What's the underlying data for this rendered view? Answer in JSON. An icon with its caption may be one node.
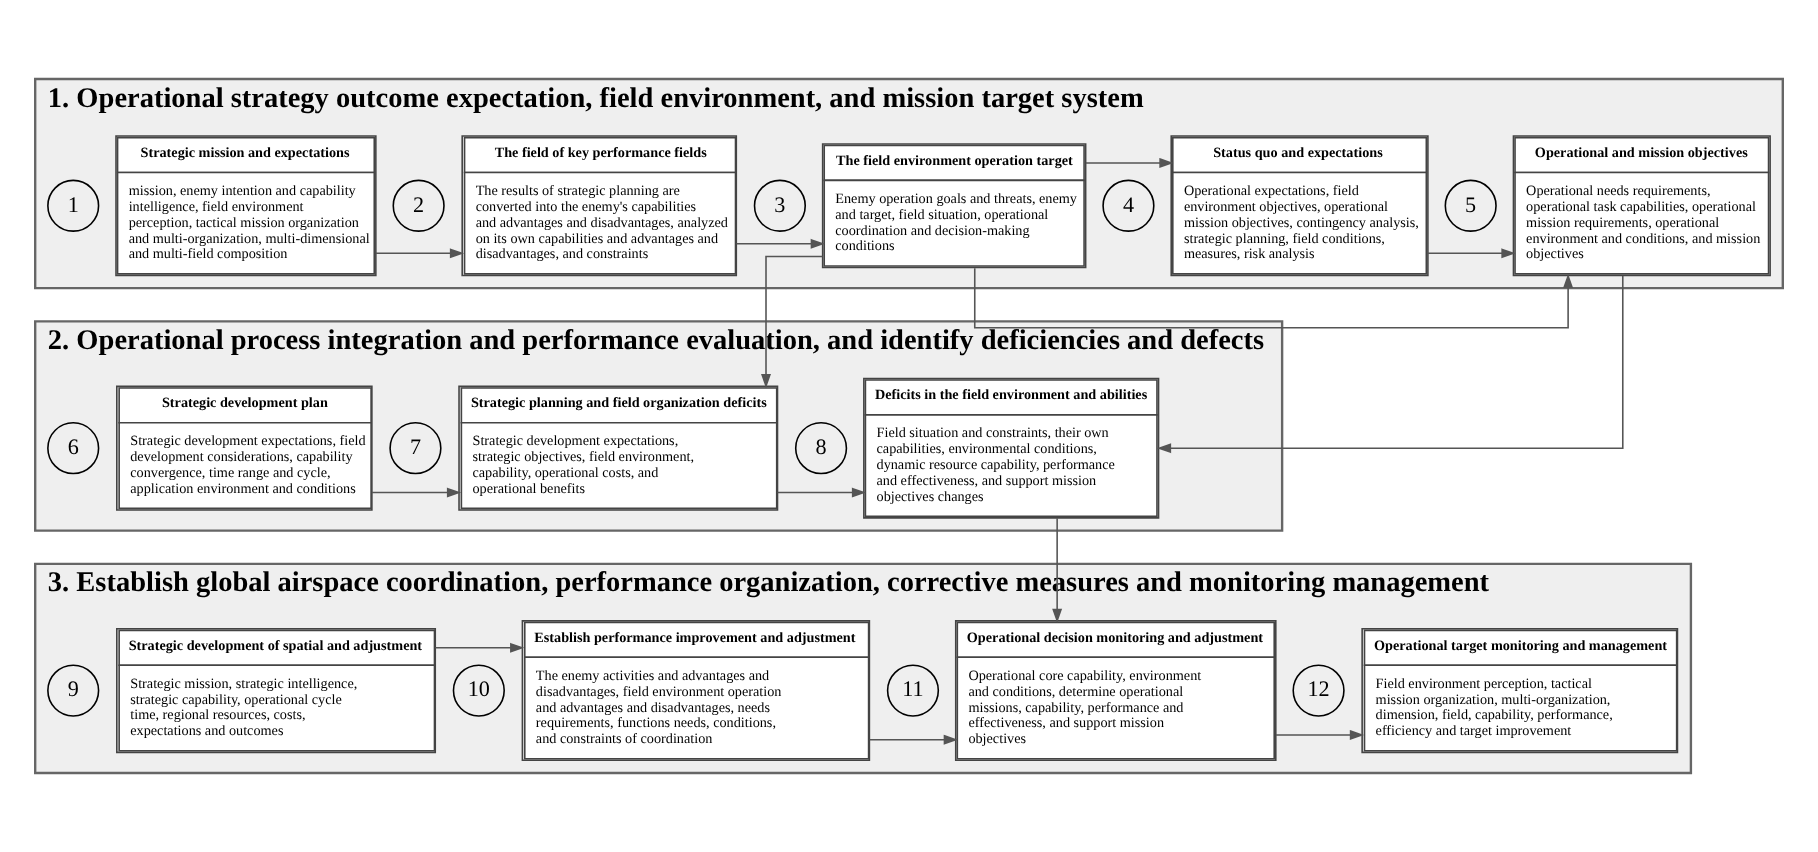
{
  "diagram": {
    "nodes": [
      {
        "text": [
          "1. Operational strategy outcome expectation, field environment, and mission target system"
        ]
      },
      {
        "text": [
          "1"
        ],
        "in": 0
      },
      {
        "text": [
          "Strategic mission and expectations",
          "mission, enemy intention and capability intelligence, field environment perception, tactical mission organization and multi-organization, multi-dimensional and multi-field composition"
        ],
        "in": 0
      },
      {
        "text": [
          "2"
        ],
        "in": 0
      },
      {
        "text": [
          "The field of key performance fields",
          "The results of strategic planning are converted into the enemy's capabilities and advantages and disadvantages, analyzed on its own capabilities and advantages and disadvantages, and constraints"
        ],
        "in": 0
      },
      {
        "text": [
          "3"
        ],
        "in": 0
      },
      {
        "text": [
          "The field environment operation target",
          "Enemy operation goals and threats, enemy and target, field situation, operational coordination and decision-making conditions"
        ],
        "in": 0
      },
      {
        "text": [
          "4"
        ],
        "in": 0
      },
      {
        "text": [
          "Status quo and expectations",
          "Operational expectations, field environment objectives, operational mission objectives, contingency analysis, strategic planning, field conditions, measures, risk analysis"
        ],
        "in": 0
      },
      {
        "text": [
          "5"
        ],
        "in": 0
      },
      {
        "text": [
          "Operational and mission objectives",
          "Operational needs requirements, operational task capabilities, operational mission requirements, operational environment and conditions, and mission objectives"
        ],
        "in": 0
      },
      {
        "text": [
          "2. Operational process integration and performance evaluation, and identify deficiencies and defects"
        ]
      },
      {
        "text": [
          "6"
        ],
        "in": 11
      },
      {
        "text": [
          "Strategic development plan",
          "Strategic development expectations, field development considerations, capability convergence, time range and cycle, application environment and conditions"
        ],
        "in": 11
      },
      {
        "text": [
          "7"
        ],
        "in": 11
      },
      {
        "text": [
          "Strategic planning and field organization deficits",
          "Strategic development expectations, strategic objectives, field environment, capability, operational costs, and operational benefits"
        ],
        "in": 11
      },
      {
        "text": [
          "8"
        ],
        "in": 11
      },
      {
        "text": [
          "Deficits in the field environment and abilities",
          "Field situation and constraints, their own capabilities, environmental conditions, dynamic resource capability, performance and effectiveness, and support mission objectives changes"
        ],
        "in": 11
      },
      {
        "text": [
          "3. Establish global airspace coordination, performance organization, corrective measures and monitoring management"
        ]
      },
      {
        "text": [
          "9"
        ],
        "in": 18
      },
      {
        "text": [
          "Strategic development of spatial and adjustment",
          "Strategic mission, strategic intelligence, strategic capability, operational cycle time, regional resources, costs, expectations and outcomes"
        ],
        "in": 18
      },
      {
        "text": [
          "10"
        ],
        "in": 18
      },
      {
        "text": [
          "Establish performance improvement and adjustment",
          "The enemy activities and advantages and disadvantages, field environment operation and advantages and disadvantages, needs requirements, functions needs, conditions, and constraints of coordination"
        ],
        "in": 18
      },
      {
        "text": [
          "11"
        ],
        "in": 18
      },
      {
        "text": [
          "Operational decision monitoring and adjustment",
          "Operational core capability, environment and conditions, determine operational missions, capability, performance and effectiveness, and support mission objectives"
        ],
        "in": 18
      },
      {
        "text": [
          "12"
        ],
        "in": 18
      },
      {
        "text": [
          "Operational target monitoring and management",
          "Field environment perception, tactical mission organization, multi-organization, dimension, field, capability, performance, efficiency and target improvement"
        ],
        "in": 18
      }
    ],
    "edges": [
      {
        "from": 2,
        "to": 4,
        "arrow": "to"
      },
      {
        "from": 4,
        "to": 6,
        "arrow": "to"
      },
      {
        "from": 6,
        "to": 8,
        "arrow": "to"
      },
      {
        "from": 6,
        "to": 10,
        "arrow": "to"
      },
      {
        "from": 8,
        "to": 10,
        "arrow": "to"
      },
      {
        "from": 6,
        "to": 15,
        "arrow": "to"
      },
      {
        "from": 10,
        "to": 17,
        "arrow": "to"
      },
      {
        "from": 13,
        "to": 15,
        "arrow": "to"
      },
      {
        "from": 15,
        "to": 17,
        "arrow": "to"
      },
      {
        "from": 17,
        "to": 24,
        "arrow": "to"
      },
      {
        "from": 20,
        "to": 22,
        "arrow": "to"
      },
      {
        "from": 22,
        "to": 24,
        "arrow": "to"
      },
      {
        "from": 24,
        "to": 26,
        "arrow": "to"
      }
    ]
  }
}
